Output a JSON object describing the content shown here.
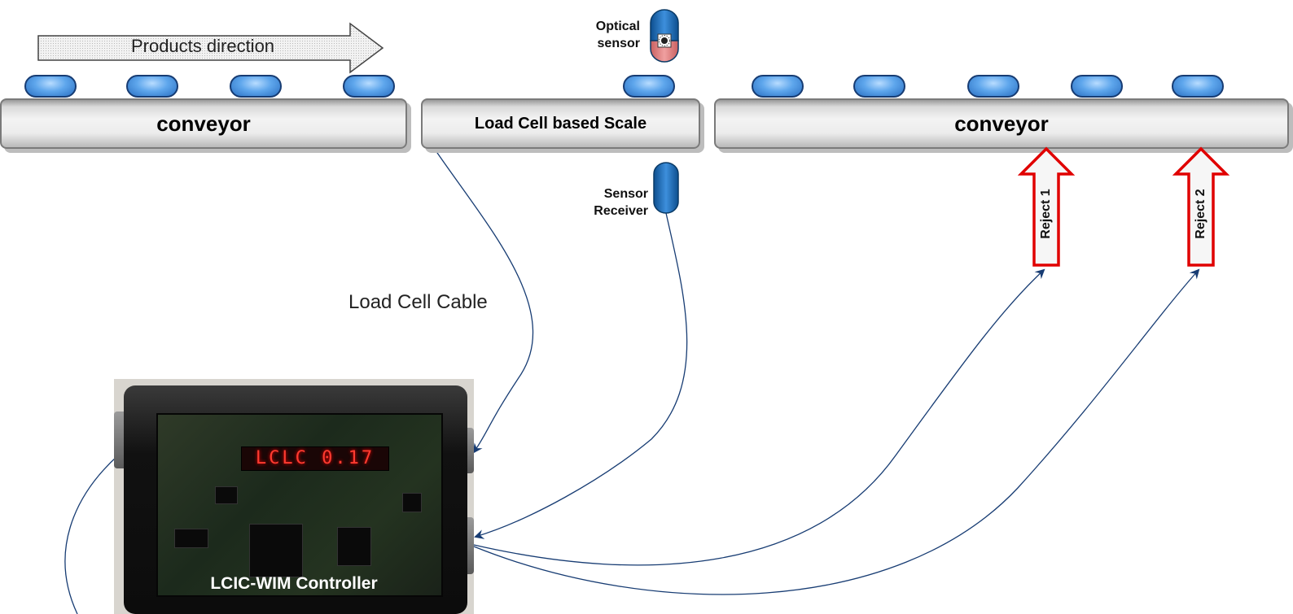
{
  "direction": {
    "label": "Products direction"
  },
  "conveyors": {
    "left": {
      "label": "conveyor"
    },
    "scale": {
      "label": "Load Cell based Scale"
    },
    "right": {
      "label": "conveyor"
    }
  },
  "sensors": {
    "optical": {
      "line1": "Optical",
      "line2": "sensor"
    },
    "receiver": {
      "line1": "Sensor",
      "line2": "Receiver"
    }
  },
  "rejects": [
    {
      "label": "Reject 1"
    },
    {
      "label": "Reject 2"
    }
  ],
  "cable": {
    "label": "Load Cell Cable"
  },
  "controller": {
    "label": "LCIC-WIM Controller",
    "display": "LCLC 0.17"
  },
  "colors": {
    "product": "#5ea6ec",
    "sensor": "#1f6fb8",
    "reject_arrow": "#e00000",
    "wire": "#173c73"
  }
}
